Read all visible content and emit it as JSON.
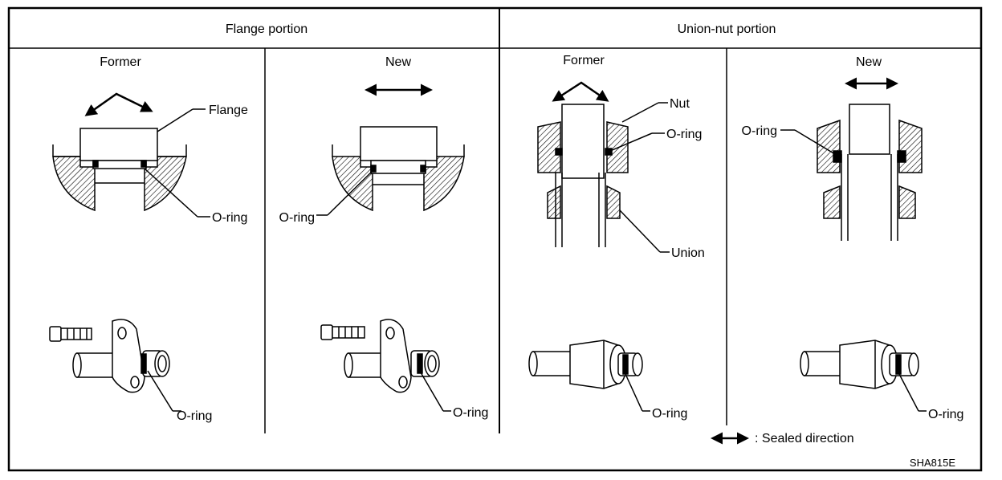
{
  "headers": {
    "flange": "Flange portion",
    "union_nut": "Union-nut portion"
  },
  "columns": {
    "flange_former": "Former",
    "flange_new": "New",
    "union_former": "Former",
    "union_new": "New"
  },
  "callouts": {
    "flange": "Flange",
    "oring_1": "O-ring",
    "oring_2": "O-ring",
    "nut": "Nut",
    "oring_3": "O-ring",
    "union": "Union",
    "oring_4": "O-ring",
    "oring_bottom_1": "O-ring",
    "oring_bottom_2": "O-ring",
    "oring_bottom_3": "O-ring",
    "oring_bottom_4": "O-ring"
  },
  "legend": {
    "sealed_direction": ": Sealed direction"
  },
  "figure_code": "SHA815E"
}
